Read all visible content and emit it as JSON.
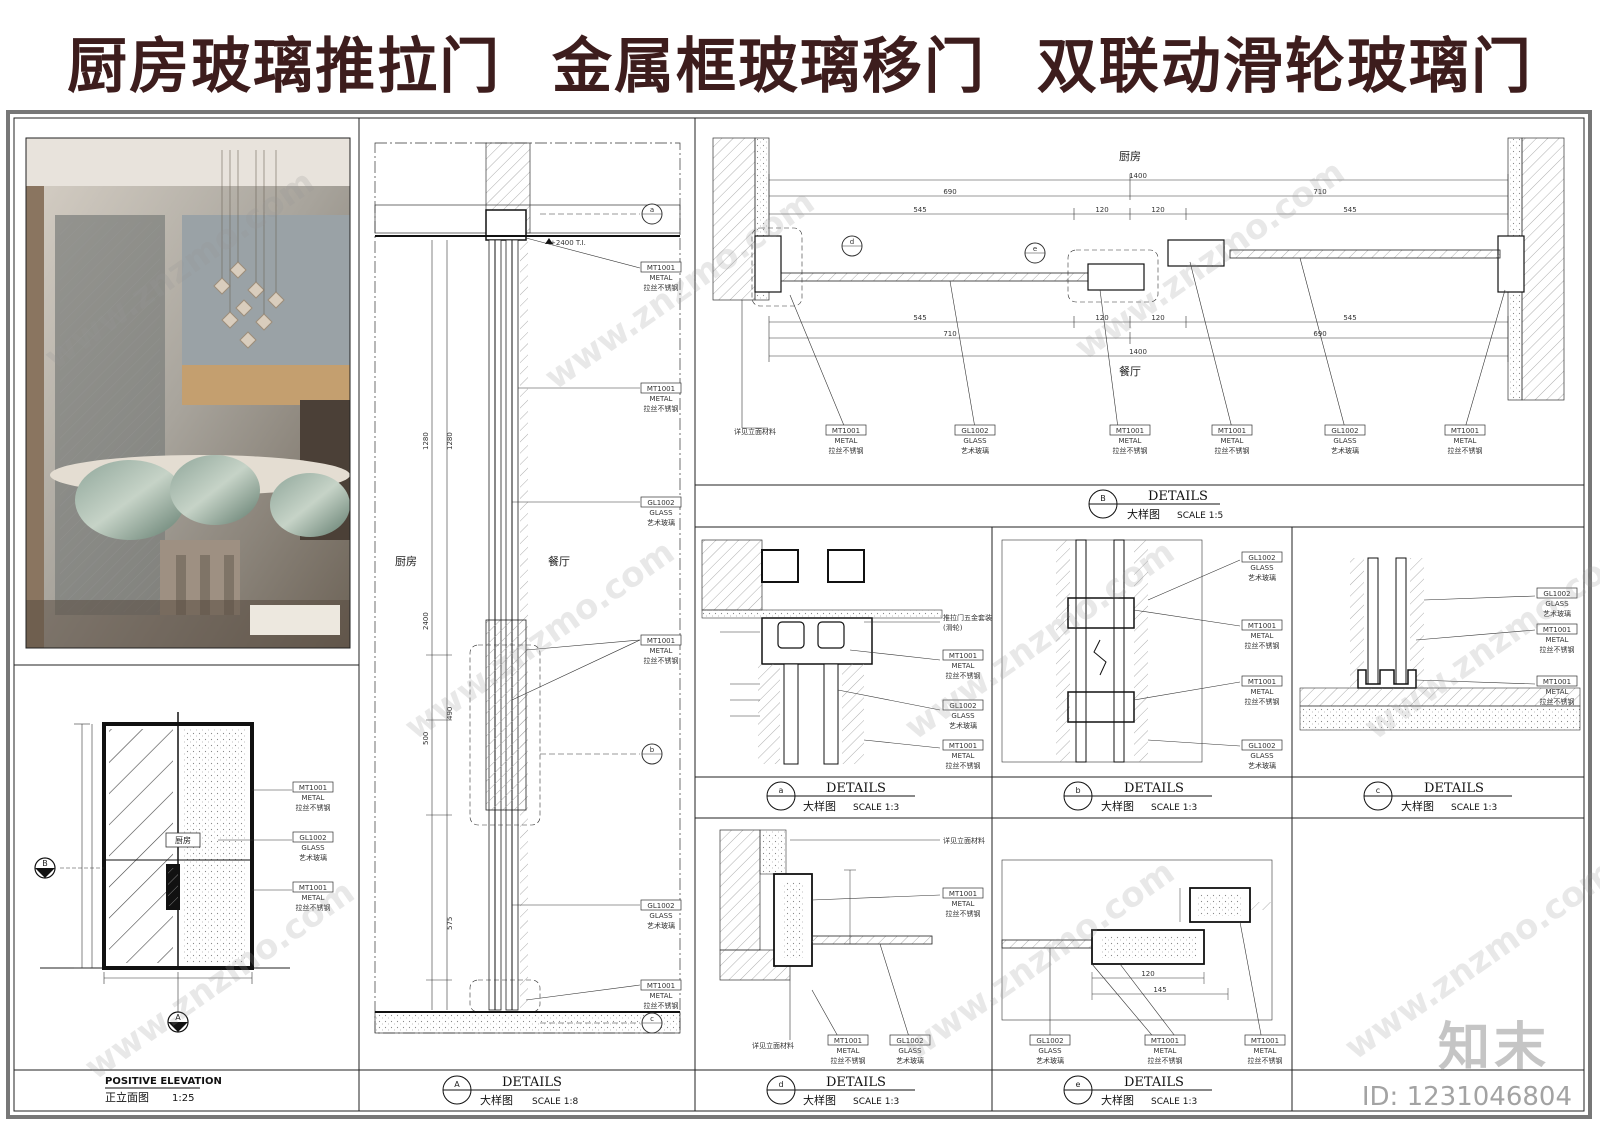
{
  "title": {
    "part1": "厨房玻璃推拉门",
    "part2": "金属框玻璃移门",
    "part3": "双联动滑轮玻璃门"
  },
  "rooms": {
    "kitchen": "厨房",
    "dining": "餐厅"
  },
  "tags": {
    "mt_code": "MT1001",
    "mt_en": "METAL",
    "mt_cn": "拉丝不锈钢",
    "gl_code": "GL1002",
    "gl_en": "GLASS",
    "gl_cn": "艺术玻璃",
    "see_elev": "详见立面材料",
    "hardware": "推拉门五金套装",
    "hardware_sub": "(滑轮)",
    "elev_note": "+2400 T.I."
  },
  "panels": {
    "elevation": {
      "mark": "A",
      "en": "POSITIVE ELEVATION",
      "cn": "正立面图",
      "scale": "1:25",
      "section_mark": "B",
      "kitchen_label": "厨房"
    },
    "A": {
      "mark": "A",
      "en": "DETAILS",
      "cn": "大样图",
      "scale": "SCALE 1:8"
    },
    "B": {
      "mark": "B",
      "en": "DETAILS",
      "cn": "大样图",
      "scale": "SCALE 1:5"
    },
    "a": {
      "mark": "a",
      "en": "DETAILS",
      "cn": "大样图",
      "scale": "SCALE 1:3"
    },
    "b": {
      "mark": "b",
      "en": "DETAILS",
      "cn": "大样图",
      "scale": "SCALE 1:3"
    },
    "c": {
      "mark": "c",
      "en": "DETAILS",
      "cn": "大样图",
      "scale": "SCALE 1:3"
    },
    "d": {
      "mark": "d",
      "en": "DETAILS",
      "cn": "大样图",
      "scale": "SCALE 1:3"
    },
    "e": {
      "mark": "e",
      "en": "DETAILS",
      "cn": "大样图",
      "scale": "SCALE 1:3"
    }
  },
  "dims_B": {
    "total": "1400",
    "left": "690",
    "right": "710",
    "seg1": "545",
    "seg2": "120",
    "seg3": "120",
    "seg4": "545",
    "b_left": "710",
    "b_right": "690"
  },
  "dims_A": {
    "h1": "1280",
    "h2": "2400",
    "h3": "500",
    "h4": "490",
    "h5": "575",
    "h6": "1280"
  },
  "dims_e": {
    "d1": "120",
    "d2": "145"
  },
  "watermark": "www.znzmo.com",
  "logo": "知末",
  "id": "ID: 1231046804"
}
